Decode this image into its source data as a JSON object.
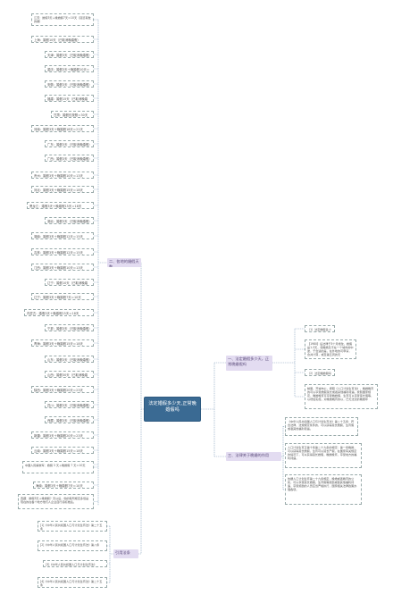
{
  "center_title": "法定婚假多少天,正常晚婚假吗",
  "branches": {
    "b1": {
      "label": "一、法定婚假多少天，正常晚婚假吗"
    },
    "b2": {
      "label": "二、各地的婚假天数"
    },
    "b3": {
      "label": "三、法律关于晚婚的作用"
    },
    "refs": {
      "label": "引用法条"
    }
  },
  "b1_children": [
    "（1）法定婚假多少天",
    "【1980】后法律于3个月修改，婚假是1-3天，但晚婚及不在一个城市的中途，于合适的是，在外地的可申请，合并计算，或至第五周的天",
    "（2）法定晚婚假吗",
    "制服，开诚布公，按照《人口计划生育法》，晚婚晚育的可以享受婚假延长或者其他福利待遇。按照国家规定，晚婚晚育可享受晚婚假，生育可以享受延长假等，以增加实施，对晚婚晚育的以，已无法定的晚婚年"
  ],
  "b3_children": [
    "《中华人民共和国人口与计划生育法》第二十五条：符合法律、法规规定条件的，可以获得延长婚假、生育假或者其他福利待遇。",
    "人口计划生育正第十条第二十九条的规定：第一条晚婚，可以获得延长婚假，生育可以延长产假，在国家有关规定的情况下，可以获得延长婚假，晚婚晚育，享受地方的福利待遇。",
    "依据人口计划生育第二十九条规定，晚婚或者晚育的公民，可以享受延长婚假、生育假等奖励或者其他福利待遇，享受奖励的人员应当严格执行，国家相关法律政策办理各项。"
  ],
  "b2_children": [
    "江苏：婚假3天＋晚婚假7天＝10天（延迟有数的期）",
    "上海：婚假10天（已取消晚婚假）",
    "天津：婚假3天（已取消晚婚假）",
    "重庆：婚假3天＋晚婚假10天＝13天",
    "安徽：婚假3天（已取消晚婚假）",
    "福建：婚假15天（已取消晚婚假）",
    "甘肃：婚假仍按照＝30天",
    "河南：婚假3天＋晚婚假18天＝21天",
    "广东：婚假3天（已取消晚婚假）",
    "广西：婚假3天（已取消晚婚假）",
    "贵州：婚假3天＋晚婚假10天＝13天",
    "河北：婚假3天＋晚婚假15天＝18天",
    "黑龙江：婚假3天＋晚婚假15天＝18天",
    "湖北：婚假3天（已取消晚婚假）",
    "湖南：婚假3天＋晚婚假12天＝15天",
    "吉林：婚假3天＋晚婚假12天＝15天",
    "江西：婚假3天＋晚婚假10天＝13天",
    "辽宁：婚假10天（已取消晚婚假）",
    "辽宁：婚假3天＋晚婚假7天＝10天",
    "内蒙古：婚假3天＋晚婚假15天＝18天",
    "宁夏：婚假3天（已取消晚婚假）",
    "青海：婚假3天＋晚婚假15天＝18天",
    "山东：婚假3天（已取消晚婚假）",
    "山西：婚假30天（已取消晚婚假）",
    "陕西：婚假3天＋晚婚假20天＝23天",
    "四川：婚假3天（已取消晚婚假）",
    "西藏：婚假3天（已取消晚婚假）",
    "新疆：婚假3天＋晚婚假20天＝23天",
    "云南：婚假3天＋晚婚假15天＝18天",
    "浙江：婚假3天（已取消晚婚假）",
    "中国人民解放军：婚假 3 天＋晚婚假 7 天＝10天",
    "海南：婚假3天＋晚婚假7天＝10天",
    "西藏：婚假3天＋晚婚假？天以后，他的有所规定多但是现在的在各个地方他们人企业自行领标准后。"
  ],
  "ref_children": [
    "[1]《中华人民共和国人口与计划生育法》第二十五条",
    "[2]《中华人民共和国人口与计划生育法》第八条",
    "[3]《中华人民共和国人口与计划生育法》",
    "[4]《中华人民共和国人口与计划生育法》第二十五条"
  ]
}
